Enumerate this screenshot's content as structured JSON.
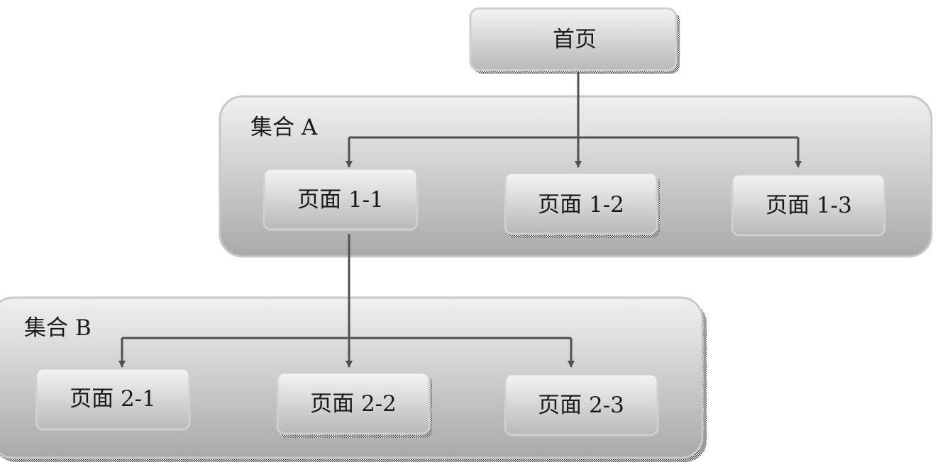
{
  "diagram": {
    "home": {
      "label": "首页"
    },
    "groups": [
      {
        "label": "集合 A",
        "pages": [
          "页面 1-1",
          "页面 1-2",
          "页面 1-3"
        ]
      },
      {
        "label": "集合 B",
        "pages": [
          "页面 2-1",
          "页面 2-2",
          "页面 2-3"
        ]
      }
    ],
    "links": [
      {
        "from": "首页",
        "to_group": "集合 A",
        "to_page": "页面 1-2"
      },
      {
        "from": "页面 1-1",
        "to_group": "集合 B",
        "to_page": "页面 2-2"
      }
    ]
  }
}
